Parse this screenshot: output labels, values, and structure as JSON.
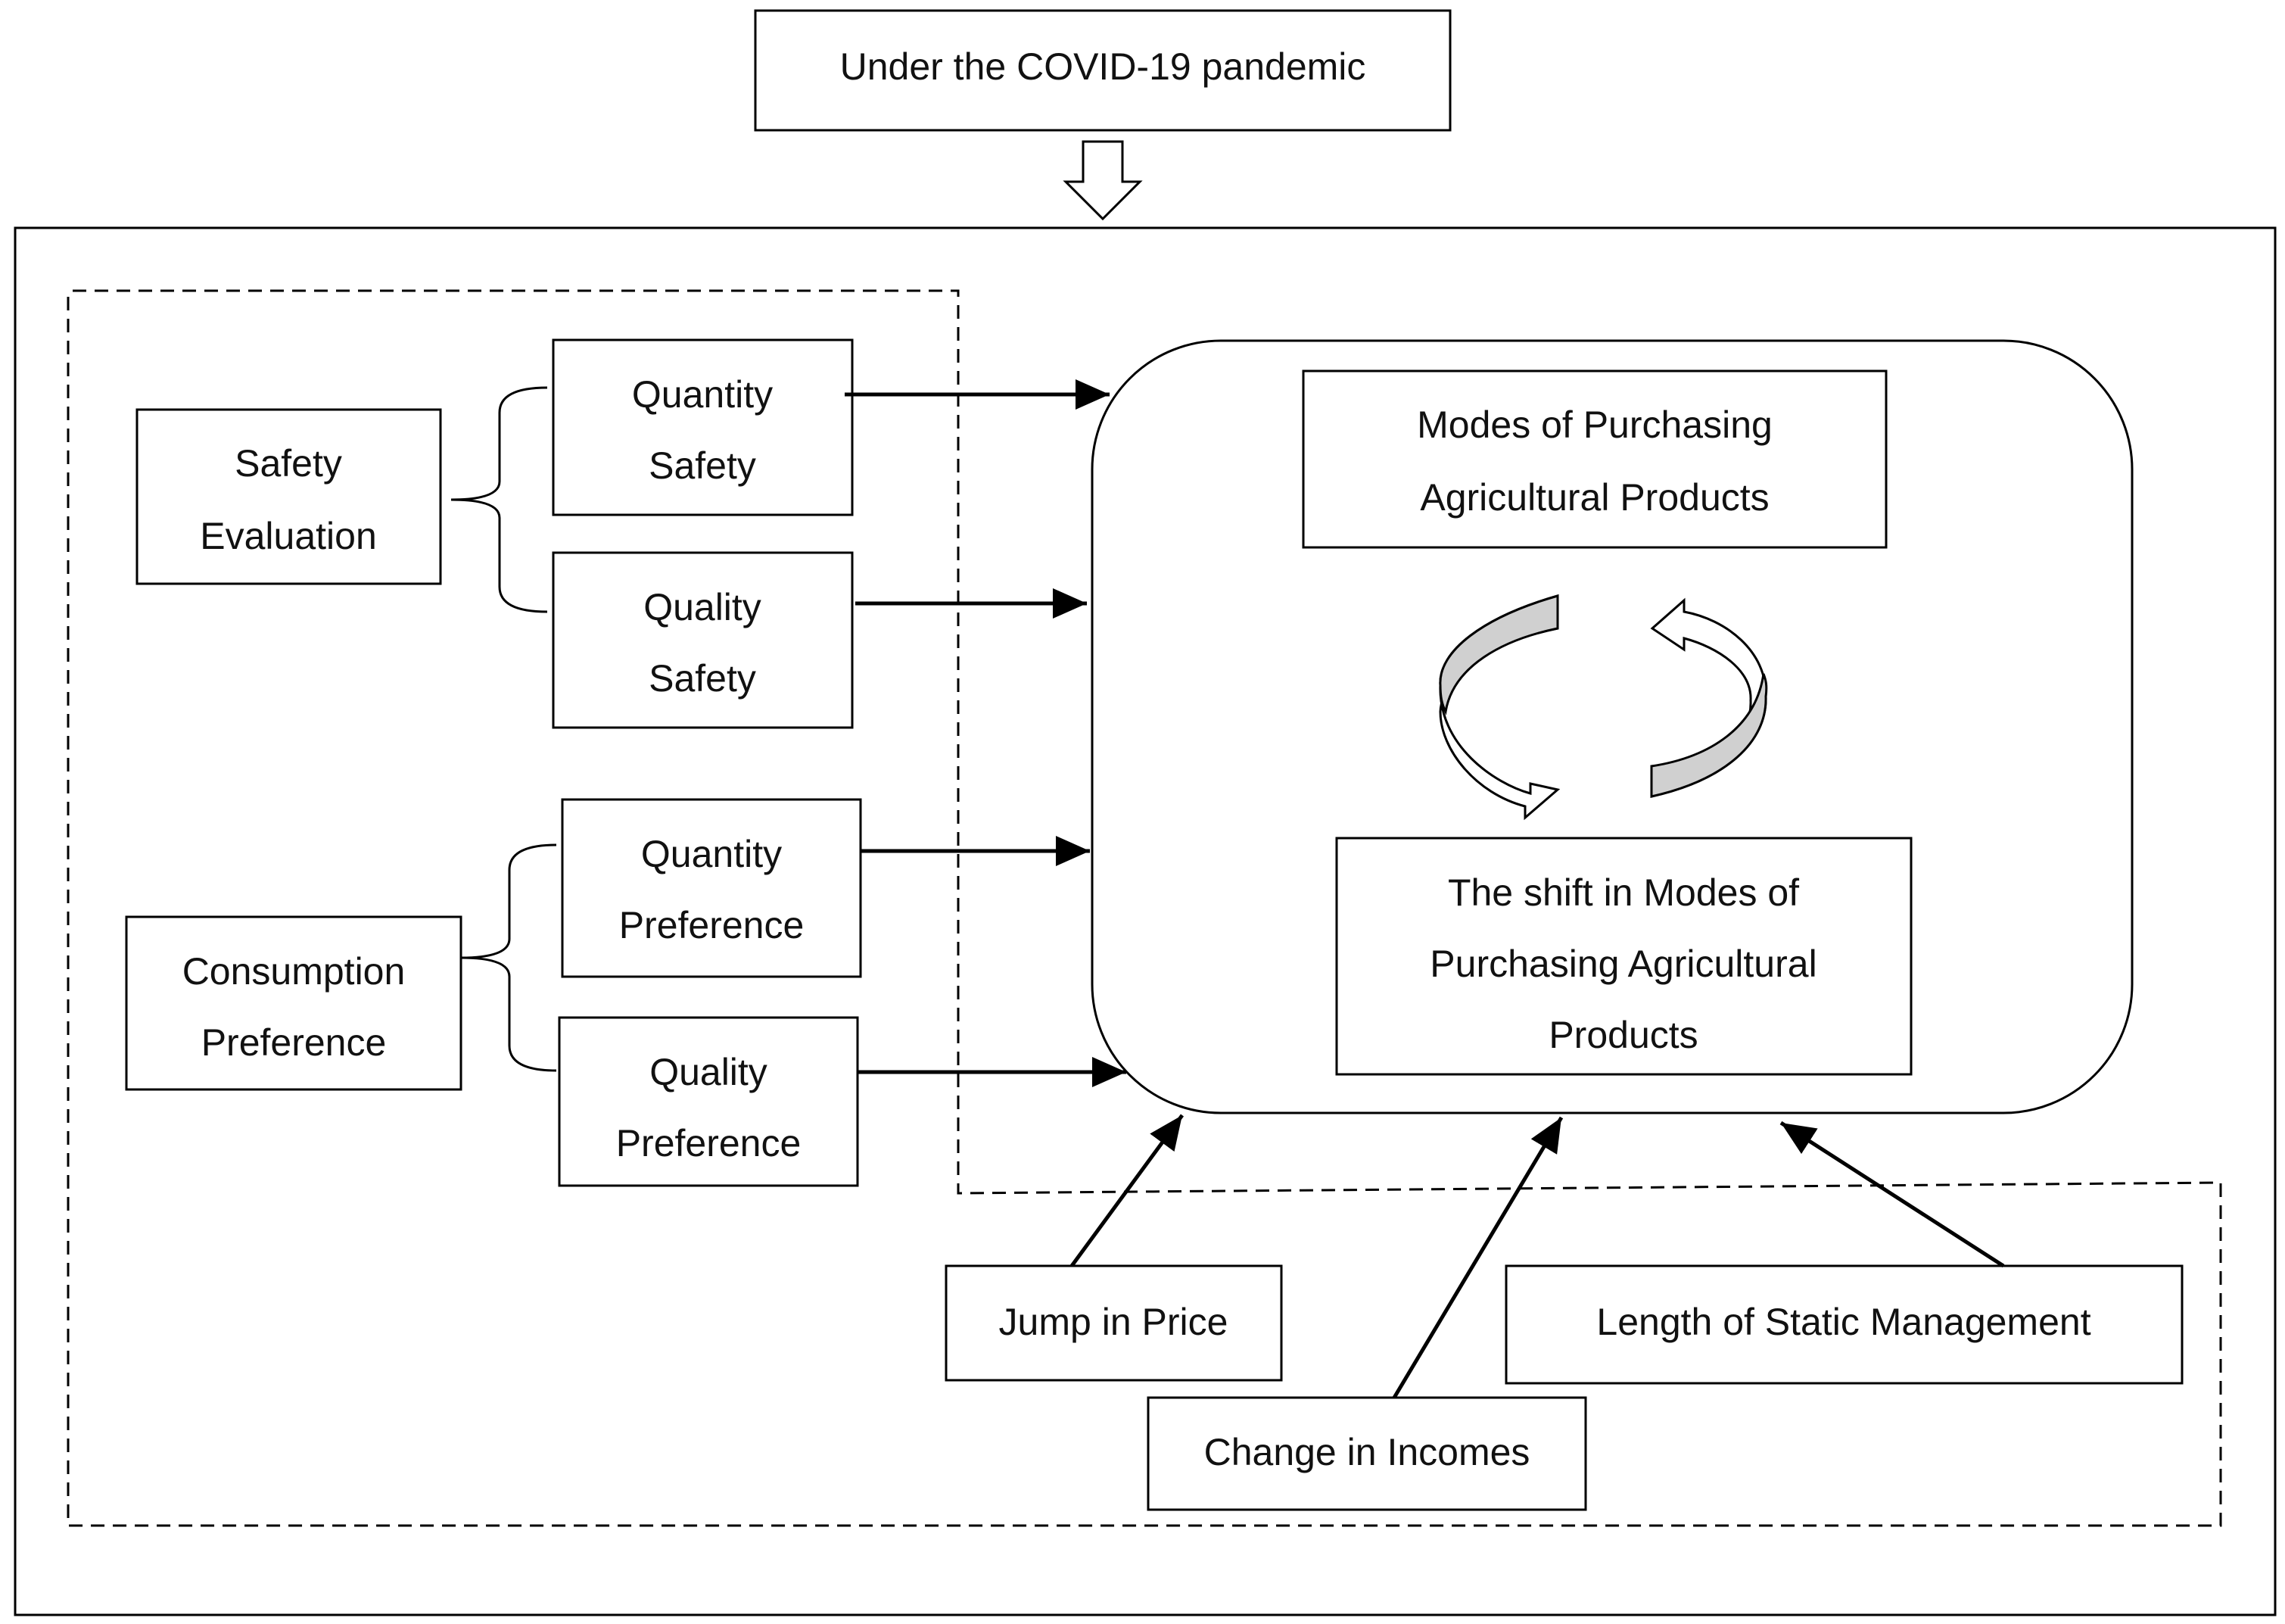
{
  "diagram": {
    "top_box": "Under the COVID-19 pandemic",
    "safety_evaluation": [
      "Safety",
      "Evaluation"
    ],
    "quantity_safety": [
      "Quantity",
      "Safety"
    ],
    "quality_safety": [
      "Quality",
      "Safety"
    ],
    "consumption_preference": [
      "Consumption",
      "Preference"
    ],
    "quantity_preference": [
      "Quantity",
      "Preference"
    ],
    "quality_preference": [
      "Quality",
      "Preference"
    ],
    "modes_purchasing": [
      "Modes of Purchasing",
      "Agricultural Products"
    ],
    "shift_modes": [
      "The shift in Modes of",
      "Purchasing Agricultural",
      "Products"
    ],
    "jump_price": "Jump in Price",
    "change_incomes": "Change in Incomes",
    "length_static": "Length of Static Management"
  }
}
